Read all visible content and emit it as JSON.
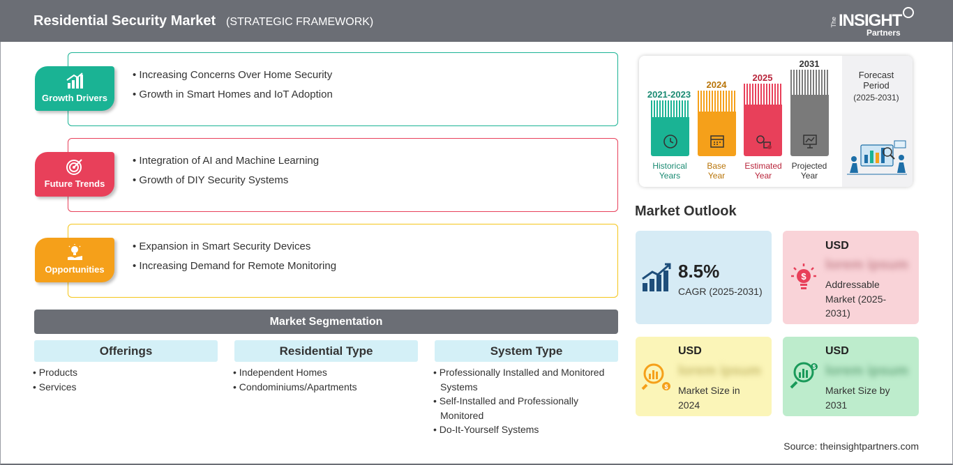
{
  "header": {
    "title": "Residential Security Market",
    "subtitle": "(STRATEGIC FRAMEWORK)",
    "logo": {
      "the": "The",
      "main": "INSIGHT",
      "sub": "Partners"
    }
  },
  "framework": [
    {
      "label": "Growth Drivers",
      "color": "#1ab394",
      "icon": "growth-chart-icon",
      "items": [
        "Increasing Concerns Over Home Security",
        "Growth in Smart Homes and IoT Adoption"
      ]
    },
    {
      "label": "Future Trends",
      "color": "#e8405a",
      "icon": "target-icon",
      "items": [
        "Integration of AI and Machine Learning",
        "Growth of DIY Security Systems"
      ]
    },
    {
      "label": "Opportunities",
      "color": "#f5a01a",
      "icon": "lightbulb-hand-icon",
      "items": [
        "Expansion in Smart Security Devices",
        "Increasing Demand for Remote Monitoring"
      ]
    }
  ],
  "segmentation": {
    "title": "Market Segmentation",
    "columns": [
      {
        "heading": "Offerings",
        "items": [
          "Products",
          "Services"
        ]
      },
      {
        "heading": "Residential Type",
        "items": [
          "Independent Homes",
          "Condominiums/Apartments"
        ]
      },
      {
        "heading": "System Type",
        "items": [
          "Professionally Installed and Monitored Systems",
          "Self-Installed and Professionally Monitored",
          "Do-It-Yourself Systems"
        ]
      }
    ]
  },
  "timeline": {
    "periods": [
      {
        "year": "2021-2023",
        "caption_line1": "Historical",
        "caption_line2": "Years",
        "color": "#1ab394",
        "text_color": "#1a8a72"
      },
      {
        "year": "2024",
        "caption_line1": "Base",
        "caption_line2": "Year",
        "color": "#f5a01a",
        "text_color": "#b87408"
      },
      {
        "year": "2025",
        "caption_line1": "Estimated",
        "caption_line2": "Year",
        "color": "#e8405a",
        "text_color": "#b8243a"
      },
      {
        "year": "2031",
        "caption_line1": "Projected",
        "caption_line2": "Year",
        "color": "#7a7a7a",
        "text_color": "#333333"
      }
    ],
    "forecast_line1": "Forecast",
    "forecast_line2": "Period",
    "forecast_range": "(2025-2031)"
  },
  "outlook": {
    "title": "Market Outlook",
    "cagr": {
      "value": "8.5%",
      "label": "CAGR (2025-2031)",
      "bg": "#d6ebf5"
    },
    "addressable": {
      "usd": "USD",
      "value": "lorem ipsum",
      "label": "Addressable Market (2025-2031)",
      "bg": "#f9d3d8"
    },
    "size2024": {
      "usd": "USD",
      "value": "lorem ipsum",
      "label": "Market Size in 2024",
      "bg": "#fbf5b8"
    },
    "size2031": {
      "usd": "USD",
      "value": "lorem ipsum",
      "label": "Market Size by 2031",
      "bg": "#bdeccc"
    }
  },
  "source": "Source: theinsightpartners.com"
}
